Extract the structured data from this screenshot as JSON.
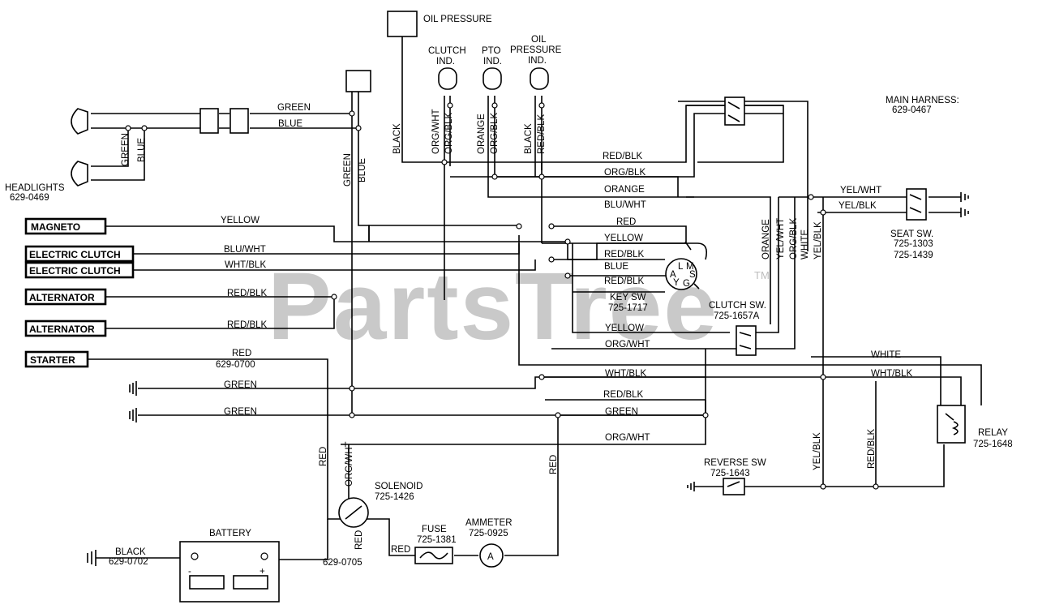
{
  "watermark": {
    "text": "PartsTree",
    "tm": "TM"
  },
  "components": {
    "oil_pressure_sender": "OIL PRESSURE",
    "clutch_ind": [
      "CLUTCH",
      "IND."
    ],
    "pto_ind": [
      "PTO",
      "IND."
    ],
    "oil_pressure_ind": [
      "OIL",
      "PRESSURE",
      "IND."
    ],
    "headlights": [
      "HEADLIGHTS",
      "629-0469"
    ],
    "main_harness": [
      "MAIN HARNESS:",
      "629-0467"
    ],
    "seat_sw": [
      "SEAT SW.",
      "725-1303",
      "725-1439"
    ],
    "key_sw": [
      "KEY SW",
      "725-1717"
    ],
    "key_sw_letters": [
      "L",
      "M",
      "A",
      "S",
      "G",
      "Y"
    ],
    "clutch_sw": [
      "CLUTCH SW.",
      "725-1657A"
    ],
    "relay": [
      "RELAY",
      "725-1648"
    ],
    "reverse_sw": [
      "REVERSE SW",
      "725-1643"
    ],
    "solenoid": [
      "SOLENOID",
      "725-1426"
    ],
    "fuse": [
      "FUSE",
      "725-1381"
    ],
    "ammeter": [
      "AMMETER",
      "725-0925"
    ],
    "ammeter_symbol": "A",
    "battery": "BATTERY",
    "battery_minus": "-",
    "battery_plus": "+",
    "battery_cable_black": [
      "BLACK",
      "629-0702"
    ],
    "battery_cable_red": "629-0705",
    "starter_cable": [
      "RED",
      "629-0700"
    ]
  },
  "connectors": [
    "MAGNETO",
    "ELECTRIC CLUTCH",
    "ELECTRIC CLUTCH",
    "ALTERNATOR",
    "ALTERNATOR",
    "STARTER"
  ],
  "wire_labels": {
    "green_top": "GREEN",
    "blue_top": "BLUE",
    "headlight_green": "GREEN",
    "headlight_blue": "BLUE",
    "harness_green": "GREEN",
    "harness_blue": "BLUE",
    "black_oil": "BLACK",
    "org_wht_clutch": "ORG/WHT",
    "org_blk_clutch": "ORG/BLK",
    "orange_pto": "ORANGE",
    "org_blk_pto": "ORG/BLK",
    "black_oilind": "BLACK",
    "red_blk_oilind": "RED/BLK",
    "red_blk_1": "RED/BLK",
    "org_blk_1": "ORG/BLK",
    "orange_1": "ORANGE",
    "blu_wht_1": "BLU/WHT",
    "yel_wht_seat": "YEL/WHT",
    "yel_blk_seat": "YEL/BLK",
    "yellow_magneto": "YELLOW",
    "red_key": "RED",
    "yellow_key": "YELLOW",
    "red_blk_key": "RED/BLK",
    "blue_key": "BLUE",
    "red_blk_key2": "RED/BLK",
    "blu_wht_clutch": "BLU/WHT",
    "wht_blk_clutch": "WHT/BLK",
    "red_blk_alt1": "RED/BLK",
    "red_blk_alt2": "RED/BLK",
    "yellow_2": "YELLOW",
    "org_wht_2": "ORG/WHT",
    "wht_blk_2": "WHT/BLK",
    "red_blk_3": "RED/BLK",
    "green_1": "GREEN",
    "green_2": "GREEN",
    "green_3": "GREEN",
    "org_wht_3": "ORG/WHT",
    "white_1": "WHITE",
    "wht_blk_relay": "WHT/BLK",
    "v_orange": "ORANGE",
    "v_yel_wht": "YEL/WHT",
    "v_org_blk": "ORG/BLK",
    "v_white": "WHITE",
    "v_yel_blk": "YEL/BLK",
    "v_yel_blk_rev": "YEL/BLK",
    "v_red_blk_rev": "RED/BLK",
    "v_red_sol": "RED",
    "v_org_wht_sol": "ORG/WHT",
    "v_red_sol2": "RED",
    "v_red_amm": "RED",
    "red_fuse": "RED"
  }
}
